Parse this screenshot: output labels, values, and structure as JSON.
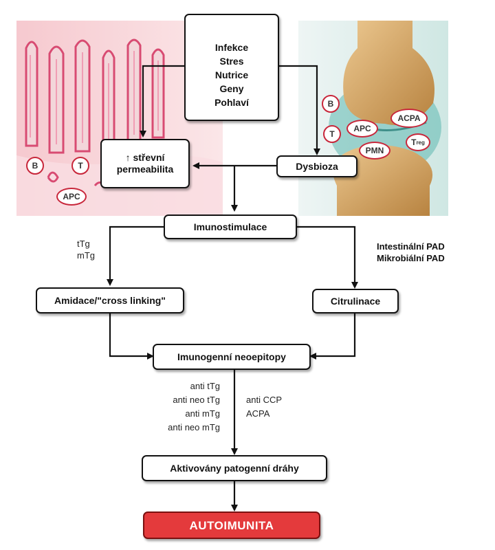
{
  "factors": [
    "Infekce",
    "Stres",
    "Nutrice",
    "Geny",
    "Pohlaví"
  ],
  "nodes": {
    "permeability": "↑ střevní permeabilita",
    "dysbiosis": "Dysbioza",
    "immunostimulation": "Imunostimulace",
    "amidation": "Amidace/\"cross linking\"",
    "citrullination": "Citrulinace",
    "neoepitopes": "Imunogenní neoepitopy",
    "pathways": "Aktivovány patogenní dráhy",
    "autoimmunity": "AUTOIMUNITA"
  },
  "left_enzymes": [
    "tTg",
    "mTg"
  ],
  "right_enzymes": [
    "Intestinální PAD",
    "Mikrobiální PAD"
  ],
  "left_antibodies": [
    "anti tTg",
    "anti neo tTg",
    "anti mTg",
    "anti neo mTg"
  ],
  "right_antibodies": [
    "anti CCP",
    "ACPA"
  ],
  "gut_cells": [
    "B",
    "T",
    "APC"
  ],
  "joint_cells": {
    "b": "B",
    "t": "T",
    "apc": "APC",
    "acpa": "ACPA",
    "pmn": "PMN",
    "treg": "T",
    "treg_sub": "reg"
  },
  "colors": {
    "accent_red": "#e43a3c",
    "gut_pink": "#e8527a",
    "bone": "#c89a5a",
    "synovium": "#5fb8b0"
  }
}
